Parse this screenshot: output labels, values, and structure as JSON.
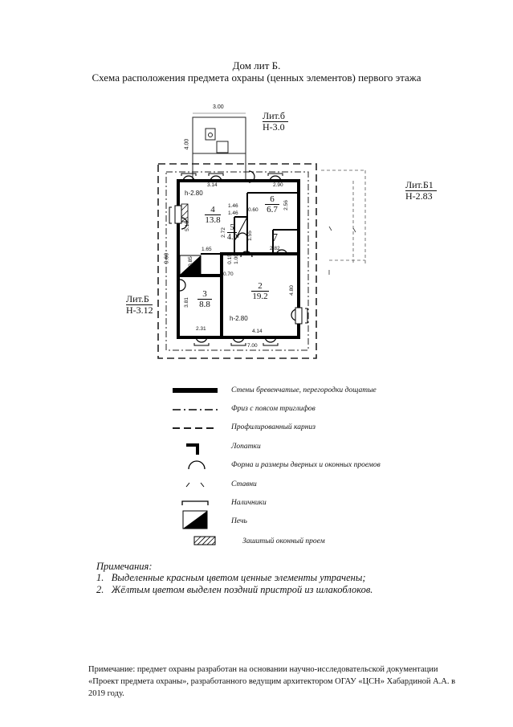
{
  "header": {
    "title_line1": "Дом лит Б.",
    "title_line2": "Схема расположения предмета охраны (ценных элементов) первого этажа"
  },
  "plan_labels": {
    "lit_b_small_name": "Лит.б",
    "lit_b_small_h": "Н-3.0",
    "lit_b1_name": "Лит.Б1",
    "lit_b1_h": "Н-2.83",
    "lit_b_name": "Лит.Б",
    "lit_b_h": "Н-3.12",
    "dim_top": "3.00",
    "dim_vestibule": "4.00",
    "h_top": "h-2.80",
    "h_bottom": "h-2.80",
    "dim_left": "9.60",
    "room4_num": "4",
    "room4_area": "13.8",
    "room5_num": "5",
    "room5_area": "4.0",
    "room6_num": "6",
    "room6_area": "6.7",
    "room7_num": "7",
    "room3_num": "3",
    "room3_area": "8.8",
    "room2_num": "2",
    "room2_area": "19.2",
    "d_314": "3.14",
    "d_290": "2.90",
    "d_146a": "1.46",
    "d_146b": "1.46",
    "d_060": "0.60",
    "d_256": "2.56",
    "d_272": "2.72",
    "d_155": "1.55",
    "d_282": "2.82",
    "d_515": "5.15",
    "d_165": "1.65",
    "d_015": "0.15",
    "d_100": "1.00",
    "d_085": "0.85",
    "d_070": "0.70",
    "d_381": "3.81",
    "d_480": "4.80",
    "d_231": "2.31",
    "d_414": "4.14",
    "d_700": "7.00"
  },
  "legend": [
    {
      "label": "Стены бревенчатые, перегородки дощатые",
      "symbol": "thick-wall-line"
    },
    {
      "label": "Фриз с поясом триглифов",
      "symbol": "dash-dot-line"
    },
    {
      "label": "Профилированный карниз",
      "symbol": "dashed-line"
    },
    {
      "label": "Лопатки",
      "symbol": "pilaster-corner"
    },
    {
      "label": "Форма и размеры дверных и оконных проемов",
      "symbol": "arch"
    },
    {
      "label": "Ставни",
      "symbol": "shutters"
    },
    {
      "label": "Наличники",
      "symbol": "trim-bracket"
    },
    {
      "label": "Печь",
      "symbol": "stove"
    },
    {
      "label": "Зашитый оконный проем",
      "symbol": "hatched-window"
    }
  ],
  "notes": {
    "heading": "Примечания:",
    "items": [
      "1.   Выделенные красным цветом ценные элементы утрачены;",
      "2.   Жёлтым цветом выделен поздний пристрой из шлакоблоков."
    ]
  },
  "footnote": "Примечание: предмет охраны разработан на основании научно-исследовательской документации «Проект предмета охраны», разработанного ведущим архитектором ОГАУ «ЦСН»  Хабардиной А.А. в 2019 году."
}
